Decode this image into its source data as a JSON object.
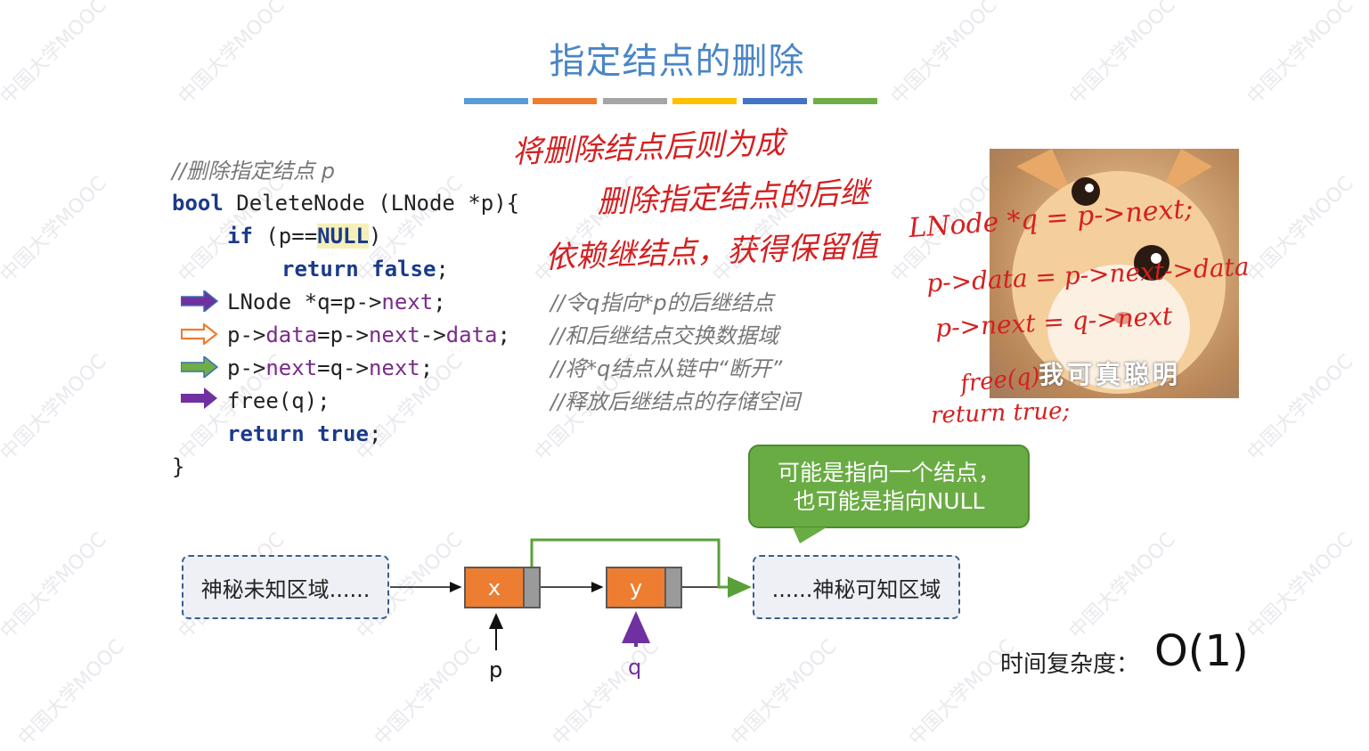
{
  "slide": {
    "title": "指定结点的删除",
    "title_bar_colors": [
      "#5b9bd5",
      "#ed7d31",
      "#a5a5a5",
      "#ffc000",
      "#4472c4",
      "#70ad47"
    ]
  },
  "watermark": {
    "text": "中国大学MOOC"
  },
  "code": {
    "comment_header": "//删除指定结点 p",
    "signature_type": "bool",
    "signature_rest": " DeleteNode (LNode *p){",
    "line_if_kw": "if",
    "line_if_open": " (p==",
    "line_if_null": "NULL",
    "line_if_close": ")",
    "line_return_kw": "return false",
    "line_return_semicolon": ";",
    "line_lnode_a": "LNode *q=p->",
    "line_lnode_b": "next",
    "line_lnode_c": ";",
    "line_data_a": "p->",
    "line_data_b": "data",
    "line_data_c": "=p->",
    "line_data_d": "next",
    "line_data_e": "->",
    "line_data_f": "data",
    "line_data_g": ";",
    "line_next_a": "p->",
    "line_next_b": "next",
    "line_next_c": "=q->",
    "line_next_d": "next",
    "line_next_e": ";",
    "line_free": "free(q);",
    "line_return_true_kw": "return true",
    "line_return_true_semicolon": ";",
    "closing_brace": "}",
    "comment_1": "//令q指向*p的后继结点",
    "comment_2": "//和后继结点交换数据域",
    "comment_3": "//将*q结点从链中“断开”",
    "comment_4": "//释放后继结点的存储空间",
    "arrow_colors": [
      "#7030a0",
      "#ed7d31",
      "#70ad47",
      "#7030a0"
    ]
  },
  "handwritten_notes": {
    "note_1": "将删除结点后则为成",
    "note_2": "删除指定结点的后继",
    "note_3": "依赖继结点，获得保留值",
    "code_1": "LNode *q = p->next;",
    "code_2": "p->data = p->next->data",
    "code_3": "p->next = q->next",
    "code_4": "free(q)",
    "code_5": "return true;"
  },
  "image": {
    "caption": "我可真聪明"
  },
  "callout": {
    "line_1": "可能是指向一个结点，",
    "line_2": "也可能是指向NULL"
  },
  "diagram": {
    "left_region": "神秘未知区域......",
    "right_region": "......神秘可知区域",
    "node_x": "x",
    "node_y": "y",
    "pointer_p": "p",
    "pointer_q": "q"
  },
  "complexity": {
    "label": "时间复杂度：",
    "value": "O(1)"
  }
}
